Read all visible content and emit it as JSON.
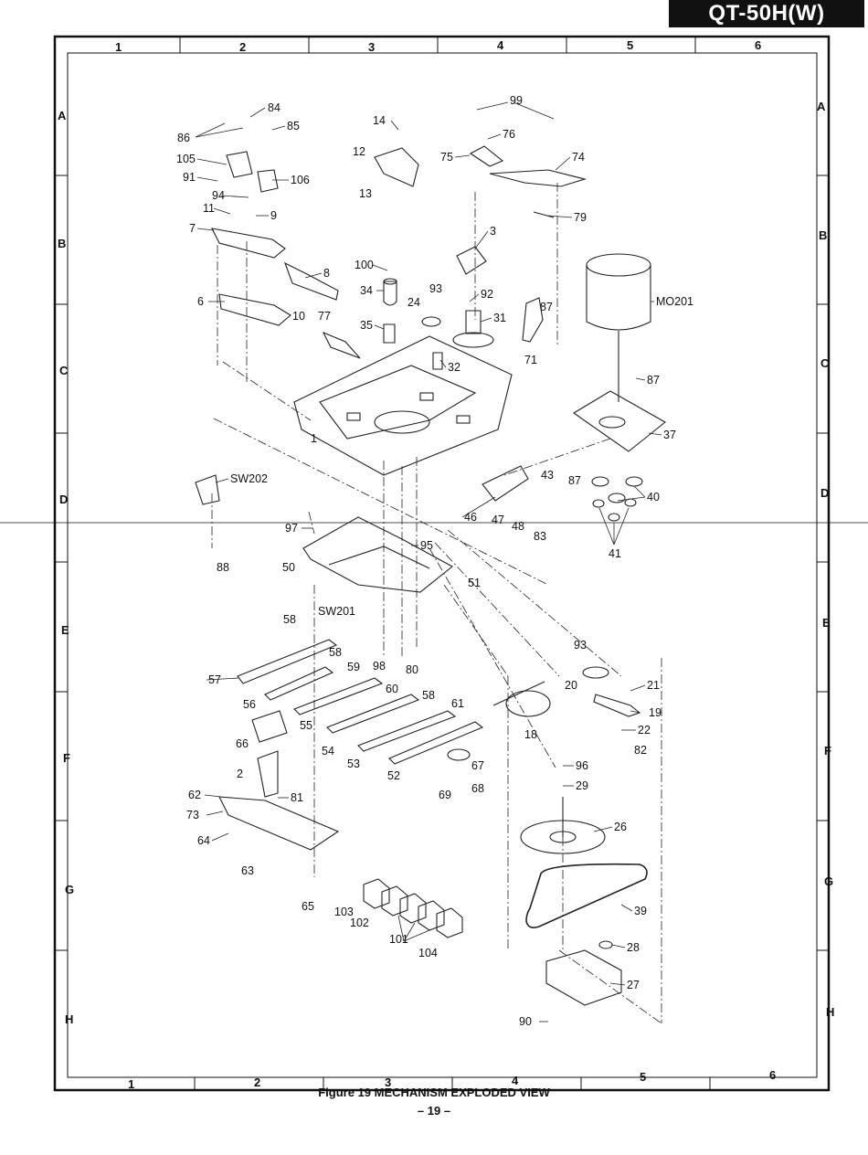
{
  "model": "QT-50H(W)",
  "caption": "Figure 19 MECHANISM EXPLODED VIEW",
  "page_number": "– 19 –",
  "grid": {
    "columns": [
      "1",
      "2",
      "3",
      "4",
      "5",
      "6"
    ],
    "rows": [
      "A",
      "B",
      "C",
      "D",
      "E",
      "F",
      "G",
      "H"
    ]
  },
  "parts": {
    "p86": "86",
    "p84": "84",
    "p85": "85",
    "p105": "105",
    "p106": "106",
    "p91": "91",
    "p94": "94",
    "p11": "11",
    "p9": "9",
    "p7": "7",
    "p8": "8",
    "p6": "6",
    "p10": "10",
    "p77": "77",
    "p14": "14",
    "p12": "12",
    "p13": "13",
    "p99": "99",
    "p76": "76",
    "p75": "75",
    "p74": "74",
    "p79": "79",
    "p3": "3",
    "p100": "100",
    "p34": "34",
    "p93a": "93",
    "p92": "92",
    "p24": "24",
    "p31": "31",
    "p35": "35",
    "p32": "32",
    "p87a": "87",
    "p71": "71",
    "p1": "1",
    "pMO201": "MO201",
    "p87b": "87",
    "p37": "37",
    "p43": "43",
    "p87c": "87",
    "p40": "40",
    "p41": "41",
    "pSW202": "SW202",
    "p88": "88",
    "p46": "46",
    "p47": "47",
    "p48": "48",
    "p83": "83",
    "p97": "97",
    "p95": "95",
    "p50": "50",
    "p51": "51",
    "pSW201": "SW201",
    "p58a": "58",
    "p58b": "58",
    "p57": "57",
    "p59": "59",
    "p60": "60",
    "p58c": "58",
    "p61": "61",
    "p56": "56",
    "p55": "55",
    "p54": "54",
    "p53": "53",
    "p52": "52",
    "p66": "66",
    "p98": "98",
    "p80": "80",
    "p93b": "93",
    "p20": "20",
    "p21": "21",
    "p19": "19",
    "p18": "18",
    "p22": "22",
    "p82": "82",
    "p67": "67",
    "p68": "68",
    "p69": "69",
    "p96": "96",
    "p29": "29",
    "p2": "2",
    "p81": "81",
    "p62": "62",
    "p73": "73",
    "p64": "64",
    "p63": "63",
    "p65": "65",
    "p26": "26",
    "p39": "39",
    "p103": "103",
    "p102": "102",
    "p101": "101",
    "p104": "104",
    "p28": "28",
    "p27": "27",
    "p90": "90"
  }
}
